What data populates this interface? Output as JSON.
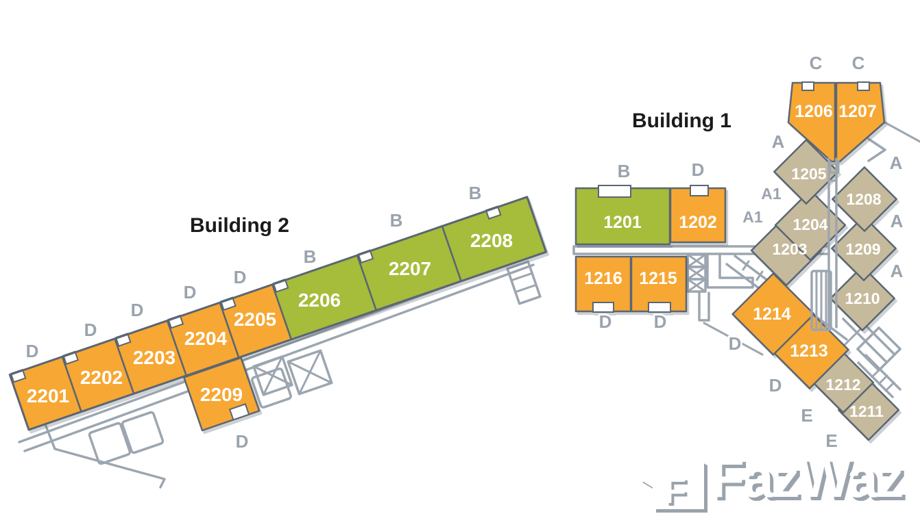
{
  "building2": {
    "title": "Building 2",
    "units": [
      "2201",
      "2202",
      "2203",
      "2204",
      "2205",
      "2206",
      "2207",
      "2208",
      "2209"
    ],
    "letters": [
      "D",
      "D",
      "D",
      "D",
      "D",
      "B",
      "B",
      "B",
      "D"
    ]
  },
  "building1": {
    "title": "Building 1",
    "units": [
      "1201",
      "1202",
      "1203",
      "1204",
      "1205",
      "1206",
      "1207",
      "1208",
      "1209",
      "1210",
      "1211",
      "1212",
      "1213",
      "1214",
      "1215",
      "1216"
    ],
    "letters": [
      "B",
      "D",
      "C",
      "C",
      "A",
      "A1",
      "A1",
      "A",
      "A",
      "A",
      "D",
      "D",
      "D",
      "D",
      "E",
      "E"
    ]
  },
  "logo": {
    "brand": "FazWaz",
    "icon_letter": "F"
  },
  "colors": {
    "orange": "#F7A733",
    "green": "#A6BC3B",
    "tan": "#C6BA9C",
    "outline": "#5A6673",
    "walkway": "#9CA6B0",
    "type_label": "#9AA3AD",
    "title": "#1B1B1B",
    "logo_shadow": "#9AA3AB",
    "white": "#FFFFFF"
  }
}
